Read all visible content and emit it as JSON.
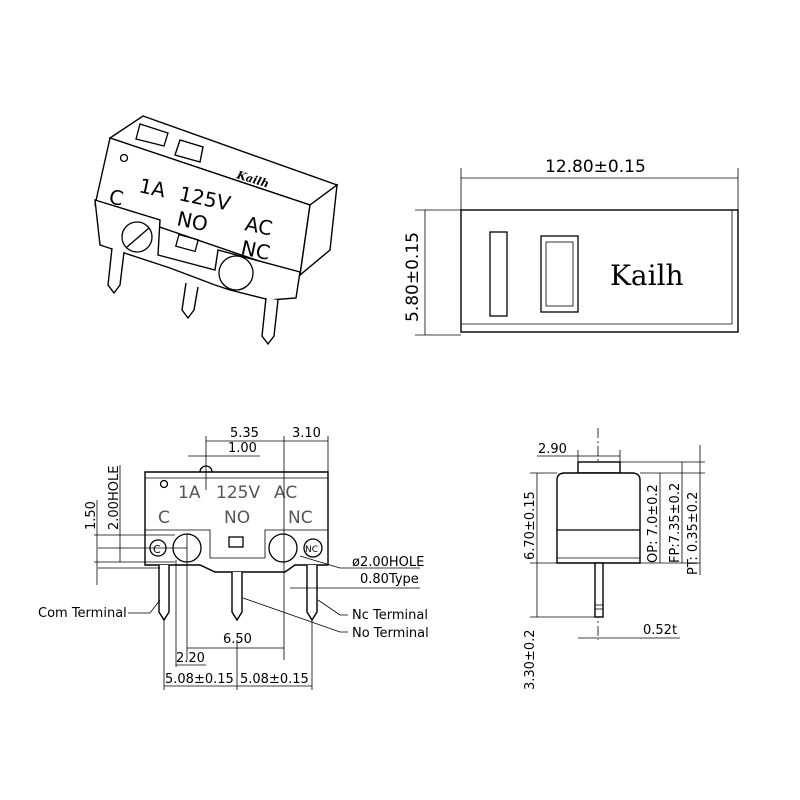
{
  "iso_view": {
    "brand": "Kailh",
    "label_c": "C",
    "label_1a": "1A",
    "label_125v": "125V",
    "label_ac": "AC",
    "label_no": "NO",
    "label_nc": "NC"
  },
  "top_view": {
    "width_dim": "12.80±0.15",
    "height_dim": "5.80±0.15",
    "brand": "Kailh"
  },
  "front_view": {
    "dim_535": "5.35",
    "dim_310": "3.10",
    "dim_100": "1.00",
    "dim_150": "1.50",
    "dim_hole": "2.00HOLE",
    "body_1a": "1A",
    "body_125v": "125V",
    "body_ac": "AC",
    "body_c": "C",
    "body_no": "NO",
    "body_nc": "NC",
    "circle_c": "C",
    "circle_nc": "NC",
    "hole_dia": "ø2.00HOLE",
    "type": "0.80Type",
    "com_terminal": "Com Terminal",
    "nc_terminal": "Nc Terminal",
    "no_terminal": "No Terminal",
    "dim_650": "6.50",
    "dim_220": "2.20",
    "dim_508_left": "5.08±0.15",
    "dim_508_right": "5.08±0.15"
  },
  "side_view": {
    "dim_290": "2.90",
    "dim_670": "6.70±0.15",
    "dim_330": "3.30±0.2",
    "op": "OP: 7.0±0.2",
    "fp": "FP:7.35±0.2",
    "pt": "PT: 0.35±0.2",
    "thickness": "0.52t"
  }
}
